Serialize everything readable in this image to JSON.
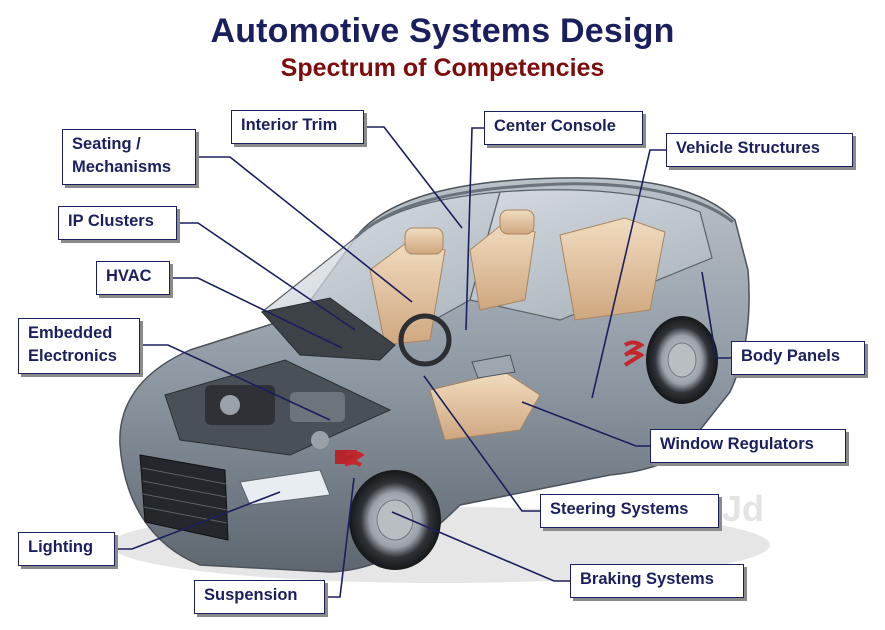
{
  "title": "Automotive Systems Design",
  "subtitle": "Spectrum of Competencies",
  "watermark": "Jd",
  "colors": {
    "title": "#1b1f5e",
    "subtitle": "#7d0c0c",
    "leader_line": "#1b1f5e",
    "body_paint": "#8f99a3",
    "interior": "#e5c9a5"
  },
  "callouts": {
    "interior_trim": "Interior Trim",
    "center_console": "Center Console",
    "seating": "Seating / Mechanisms",
    "vehicle_structures": "Vehicle Structures",
    "ip_clusters": "IP Clusters",
    "hvac": "HVAC",
    "embedded_electronics": "Embedded Electronics",
    "body_panels": "Body Panels",
    "window_regulators": "Window Regulators",
    "steering_systems": "Steering Systems",
    "lighting": "Lighting",
    "braking_systems": "Braking Systems",
    "suspension": "Suspension"
  }
}
